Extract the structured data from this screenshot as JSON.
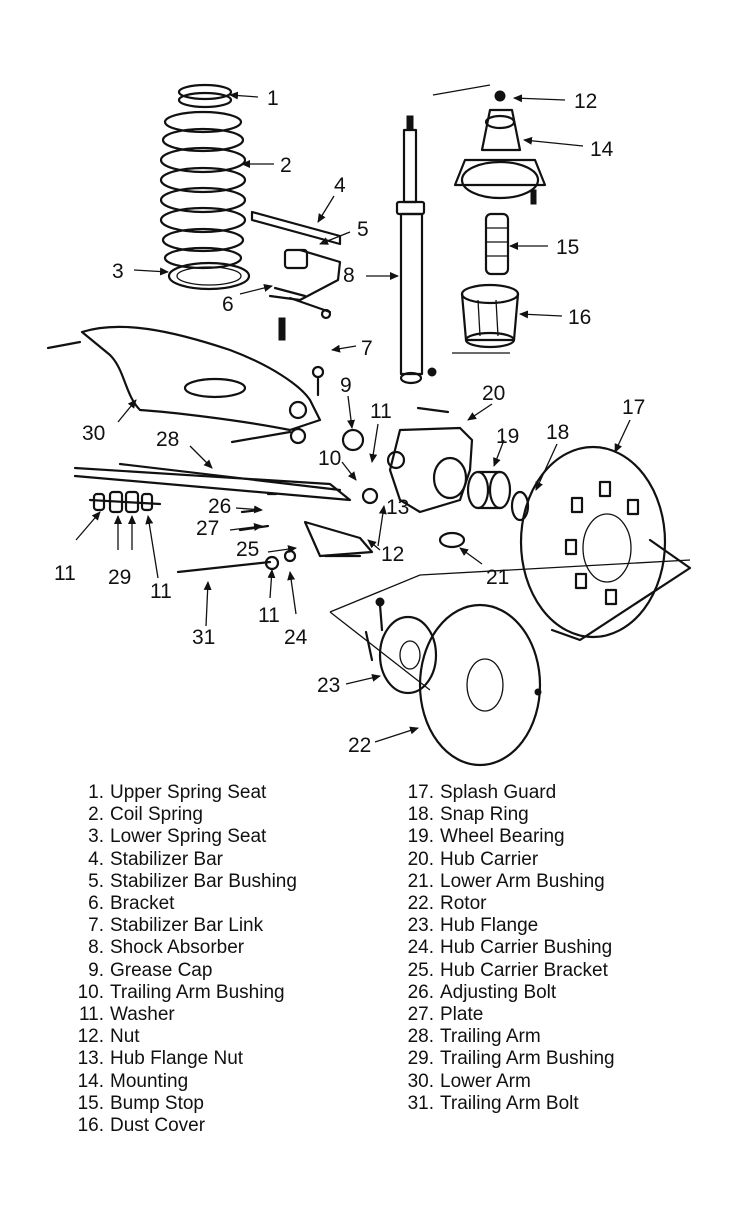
{
  "callouts": [
    "1",
    "2",
    "3",
    "4",
    "5",
    "6",
    "7",
    "8",
    "9",
    "10",
    "11",
    "12",
    "13",
    "14",
    "15",
    "16",
    "17",
    "18",
    "19",
    "20",
    "21",
    "22",
    "23",
    "24",
    "25",
    "26",
    "27",
    "28",
    "29",
    "30",
    "31"
  ],
  "legend_left": [
    {
      "num": "1.",
      "label": "Upper Spring Seat"
    },
    {
      "num": "2.",
      "label": "Coil Spring"
    },
    {
      "num": "3.",
      "label": "Lower Spring Seat"
    },
    {
      "num": "4.",
      "label": "Stabilizer Bar"
    },
    {
      "num": "5.",
      "label": "Stabilizer Bar Bushing"
    },
    {
      "num": "6.",
      "label": "Bracket"
    },
    {
      "num": "7.",
      "label": "Stabilizer Bar Link"
    },
    {
      "num": "8.",
      "label": "Shock Absorber"
    },
    {
      "num": "9.",
      "label": "Grease Cap"
    },
    {
      "num": "10.",
      "label": "Trailing Arm Bushing"
    },
    {
      "num": "11.",
      "label": "Washer"
    },
    {
      "num": "12.",
      "label": "Nut"
    },
    {
      "num": "13.",
      "label": "Hub Flange Nut"
    },
    {
      "num": "14.",
      "label": "Mounting"
    },
    {
      "num": "15.",
      "label": "Bump Stop"
    },
    {
      "num": "16.",
      "label": "Dust Cover"
    }
  ],
  "legend_right": [
    {
      "num": "17.",
      "label": "Splash Guard"
    },
    {
      "num": "18.",
      "label": "Snap Ring"
    },
    {
      "num": "19.",
      "label": "Wheel Bearing"
    },
    {
      "num": "20.",
      "label": "Hub Carrier"
    },
    {
      "num": "21.",
      "label": "Lower Arm Bushing"
    },
    {
      "num": "22.",
      "label": "Rotor"
    },
    {
      "num": "23.",
      "label": "Hub Flange"
    },
    {
      "num": "24.",
      "label": "Hub Carrier Bushing"
    },
    {
      "num": "25.",
      "label": "Hub Carrier Bracket"
    },
    {
      "num": "26.",
      "label": "Adjusting Bolt"
    },
    {
      "num": "27.",
      "label": "Plate"
    },
    {
      "num": "28.",
      "label": "Trailing Arm"
    },
    {
      "num": "29.",
      "label": "Trailing Arm Bushing"
    },
    {
      "num": "30.",
      "label": "Lower Arm"
    },
    {
      "num": "31.",
      "label": "Trailing Arm Bolt"
    }
  ]
}
